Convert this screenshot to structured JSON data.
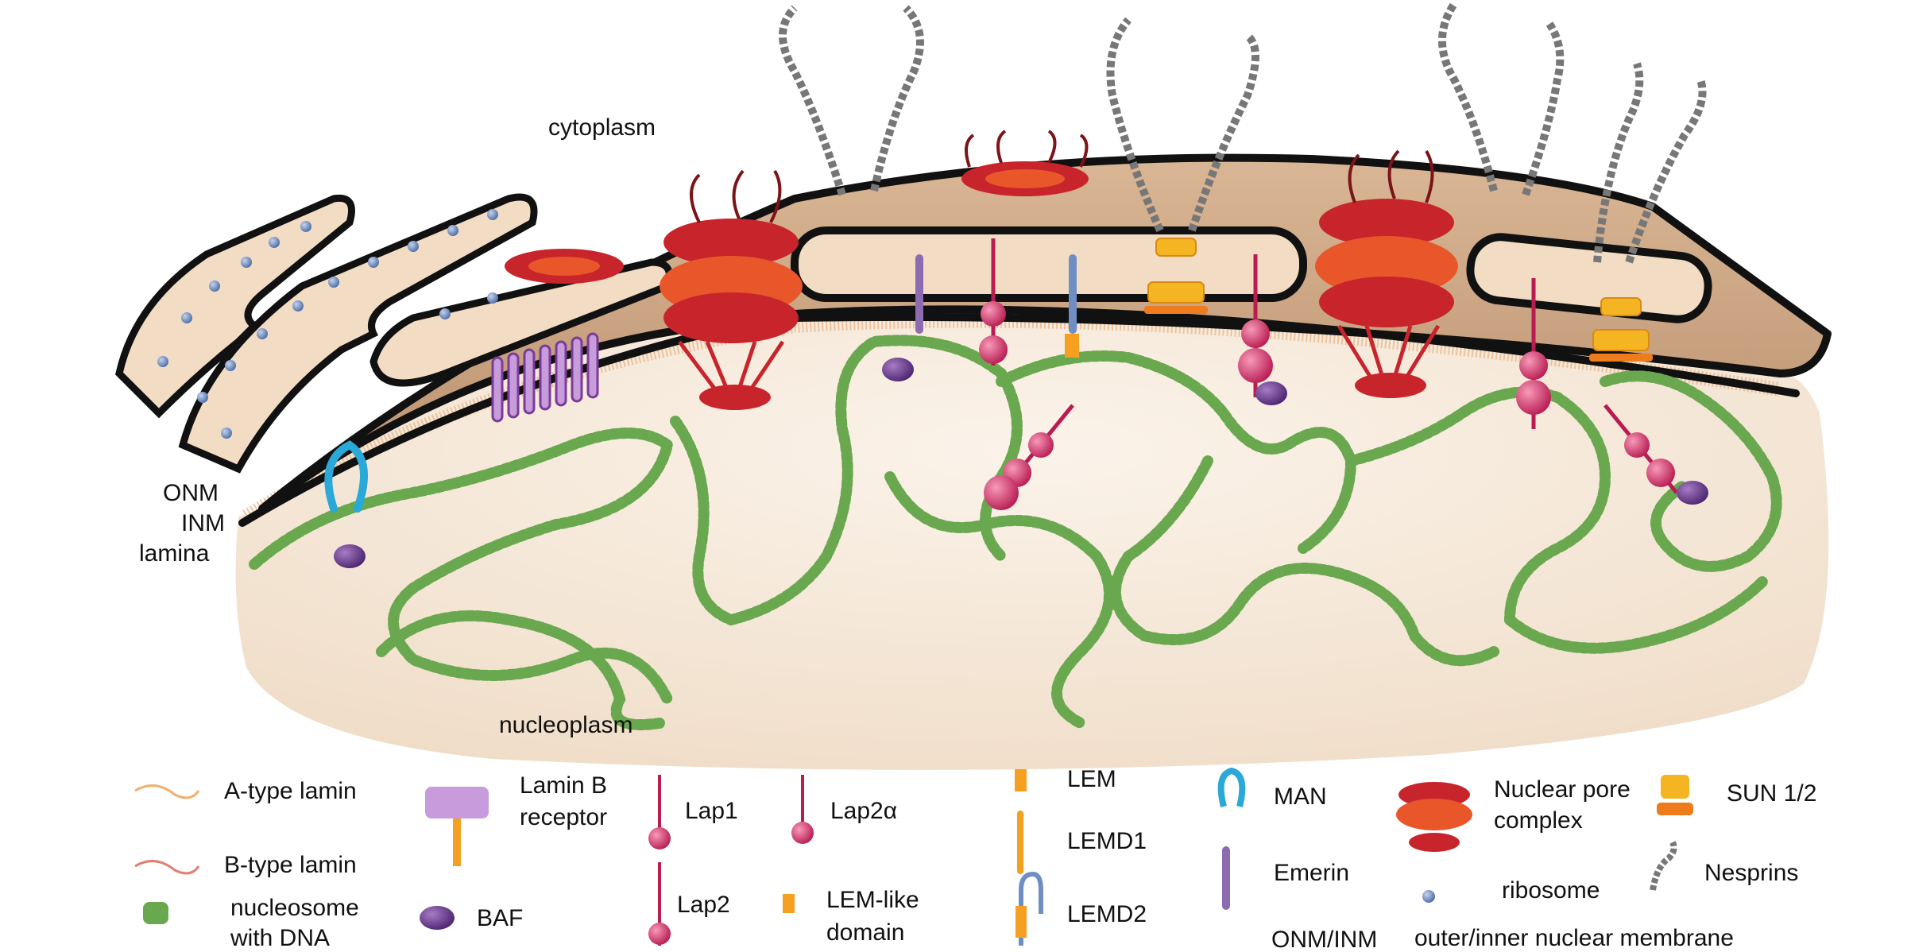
{
  "labels": {
    "cytoplasm": "cytoplasm",
    "nucleoplasm": "nucleoplasm",
    "onm": "ONM",
    "inm": "INM",
    "lamina": "lamina"
  },
  "legend": {
    "a_type_lamin": "A-type lamin",
    "b_type_lamin": "B-type lamin",
    "nucleosome_1": "nucleosome",
    "nucleosome_2": "with DNA",
    "lbr_1": "Lamin B",
    "lbr_2": "receptor",
    "baf": "BAF",
    "lap1": "Lap1",
    "lap2": "Lap2",
    "lap2a": "Lap2α",
    "lem_like_1": "LEM-like",
    "lem_like_2": "domain",
    "lem": "LEM",
    "lemd1": "LEMD1",
    "lemd2": "LEMD2",
    "man": "MAN",
    "emerin": "Emerin",
    "onm_inm": "ONM/INM",
    "npc_1": "Nuclear pore",
    "npc_2": "complex",
    "ribosome": "ribosome",
    "outer_inner": "outer/inner nuclear membrane",
    "sun": "SUN 1/2",
    "nesprins": "Nesprins"
  },
  "colors": {
    "cytoplasm_band": "#c9a484",
    "lumen": "#f2dcc4",
    "nucleoplasm": "#f7eadb",
    "membrane": "#111111",
    "pore_red": "#c8242c",
    "pore_orange": "#e8562a",
    "chromatin_green": "#6aa84f",
    "lap_pink": "#d9346e",
    "baf_purple": "#6e3f8f",
    "lbr_purple": "#a070b8",
    "man_blue": "#2aa8d8",
    "sun_yellow": "#f5b421",
    "ribosome_blue": "#6f8fc4",
    "lamin_a": "#f0b070",
    "lamin_b": "#e08070"
  }
}
